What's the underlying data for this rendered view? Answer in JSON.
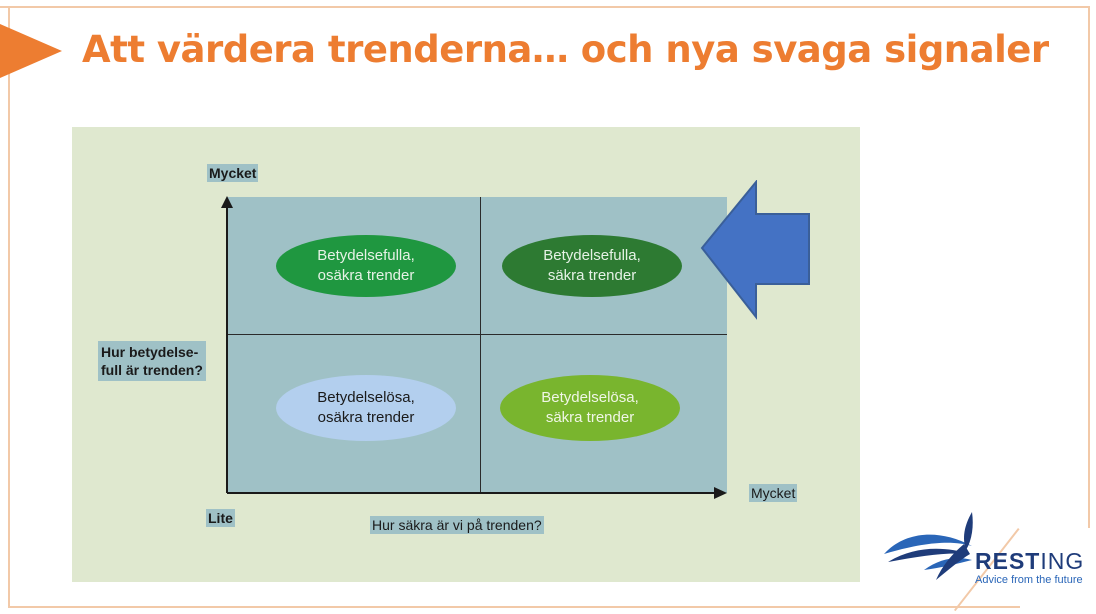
{
  "slide": {
    "title": "Att värdera trenderna… och nya svaga signaler",
    "accent_color": "#ed7d31"
  },
  "diagram": {
    "y_axis": {
      "top_label": "Mycket",
      "bottom_label": "Lite",
      "title_line1": "Hur betydelse-",
      "title_line2": "full är trenden?"
    },
    "x_axis": {
      "right_label": "Mycket",
      "title": "Hur säkra är vi på trenden?"
    },
    "quadrants": {
      "top_left": {
        "line1": "Betydelsefulla,",
        "line2": "osäkra trender",
        "color": "#1f9740"
      },
      "top_right": {
        "line1": "Betydelsefulla,",
        "line2": "säkra trender",
        "color": "#2d7a32"
      },
      "bottom_left": {
        "line1": "Betydelselösa,",
        "line2": "osäkra trender",
        "color": "#b3cfee"
      },
      "bottom_right": {
        "line1": "Betydelselösa,",
        "line2": "säkra trender",
        "color": "#79b52e"
      }
    },
    "highlight_arrow": {
      "icon": "left-arrow-icon",
      "color": "#4472c4"
    }
  },
  "logo": {
    "icon": "eagle-icon",
    "name_bold": "REST",
    "name_thin": "ING",
    "tagline": "Advice from the future"
  }
}
